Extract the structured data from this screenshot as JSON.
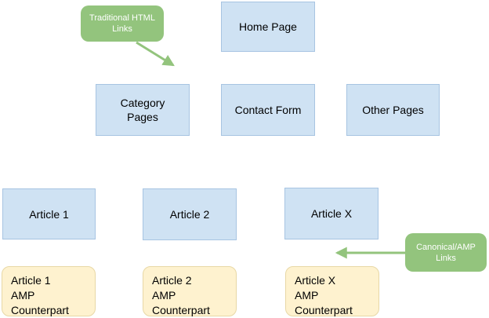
{
  "title": "AMP site structure diagram",
  "colors": {
    "background": "#ffffff",
    "node_fill": "#cfe2f3",
    "node_border": "#a7c4e2",
    "amp_fill": "#fef2cf",
    "amp_border": "#e8d8a6",
    "callout_fill": "#93c47d",
    "callout_text": "#ffffff",
    "arrow": "#93c47d",
    "text": "#000000"
  },
  "nodes": {
    "home": {
      "label": "Home Page"
    },
    "category": {
      "lines": [
        "Category",
        "Pages"
      ]
    },
    "contact": {
      "label": "Contact Form"
    },
    "other": {
      "label": "Other Pages"
    },
    "article1": {
      "label": "Article 1"
    },
    "article2": {
      "label": "Article 2"
    },
    "articleX": {
      "label": "Article X"
    },
    "amp1": {
      "lines": [
        "Article 1",
        "AMP",
        "Counterpart"
      ]
    },
    "amp2": {
      "lines": [
        "Article 2",
        "AMP",
        "Counterpart"
      ]
    },
    "ampX": {
      "lines": [
        "Article X",
        "AMP",
        "Counterpart"
      ]
    }
  },
  "callouts": {
    "traditional": {
      "lines": [
        "Traditional HTML",
        "Links"
      ]
    },
    "canonical": {
      "lines": [
        "Canonical/AMP",
        "Links"
      ]
    }
  }
}
